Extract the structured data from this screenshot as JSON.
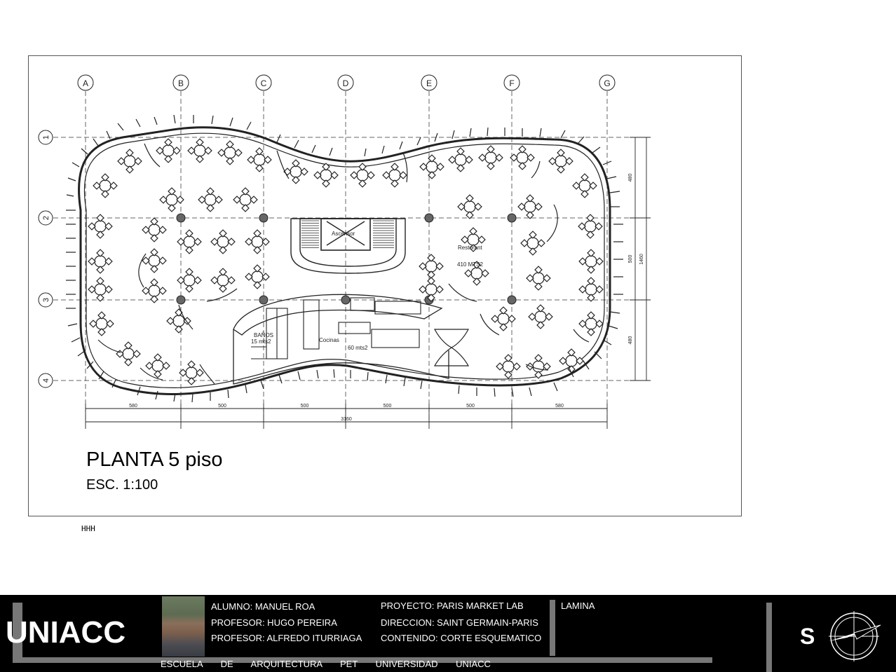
{
  "plan": {
    "grid_columns": [
      "A",
      "B",
      "C",
      "D",
      "E",
      "F",
      "G"
    ],
    "grid_rows": [
      "1",
      "2",
      "3",
      "4"
    ],
    "room_labels": {
      "elevator": "Ascensor",
      "restaurant": "Restorant",
      "restaurant_area": "410 MTS2",
      "bathrooms": "BAÑOS",
      "bathrooms_area": "15 mts2",
      "kitchen": "Cocinas",
      "kitchen_area": "60 mts2"
    },
    "dimensions_horizontal": [
      "580",
      "500",
      "500",
      "500",
      "500",
      "580"
    ],
    "dimension_total_horizontal": "3160",
    "dimensions_vertical": [
      "480",
      "500",
      "480"
    ],
    "dimension_total_vertical": "1460",
    "title": "PLANTA 5 piso",
    "scale": "ESC. 1:100",
    "scale_mark": "HHH"
  },
  "footer": {
    "logo": "UNIACC",
    "student": "ALUMNO: MANUEL ROA",
    "professor1": "PROFESOR: HUGO PEREIRA",
    "professor2": "PROFESOR: ALFREDO ITURRIAGA",
    "project": "PROYECTO: PARIS MARKET LAB",
    "address": "DIRECCION: SAINT GERMAIN-PARIS",
    "content": "CONTENIDO: CORTE ESQUEMATICO",
    "sheet_label": "LAMINA",
    "school": "ESCUELA DE ARQUITECTURA PET UNIVERSIDAD UNIACC",
    "orientation_letter": "S"
  }
}
